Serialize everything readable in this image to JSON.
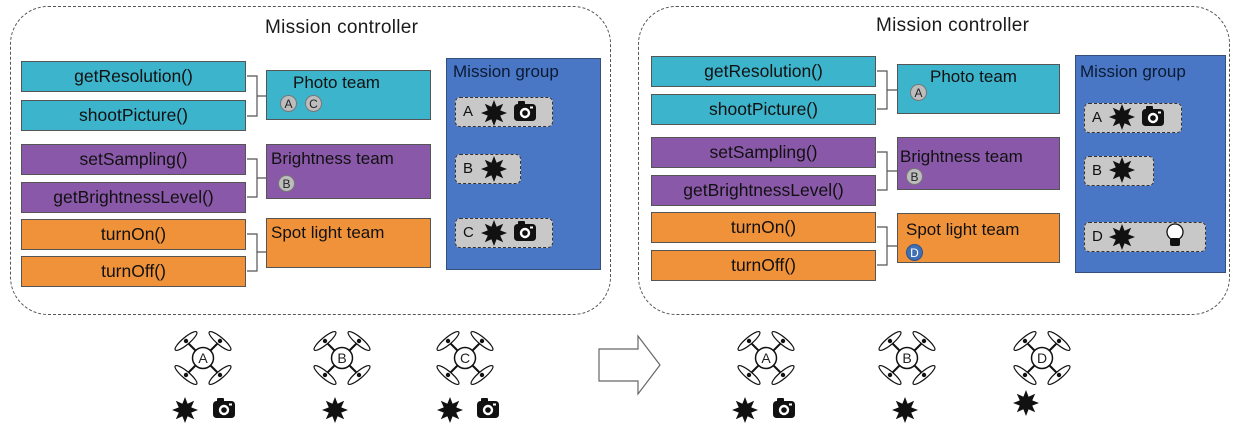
{
  "colors": {
    "photo": "#3cb4cc",
    "brightness": "#8a58a8",
    "spotlight": "#f0923a",
    "mission_group": "#4a77c5",
    "mission_item": "#c8c8c8"
  },
  "panels": [
    {
      "title": "Mission controller",
      "apis": [
        "getResolution()",
        "shootPicture()",
        "setSampling()",
        "getBrightnessLevel()",
        "turnOn()",
        "turnOff()"
      ],
      "teams": [
        {
          "name": "Photo team",
          "members": [
            "A",
            "C"
          ]
        },
        {
          "name": "Brightness team",
          "members": [
            "B"
          ]
        },
        {
          "name": "Spot light team",
          "members": []
        }
      ],
      "mission_group": {
        "title": "Mission  group",
        "items": [
          {
            "letter": "A",
            "icons": [
              "sun-icon",
              "camera-icon"
            ]
          },
          {
            "letter": "B",
            "icons": [
              "sun-icon"
            ]
          },
          {
            "letter": "C",
            "icons": [
              "sun-icon",
              "camera-icon"
            ]
          }
        ]
      }
    },
    {
      "title": "Mission controller",
      "apis": [
        "getResolution()",
        "shootPicture()",
        "setSampling()",
        "getBrightnessLevel()",
        "turnOn()",
        "turnOff()"
      ],
      "teams": [
        {
          "name": "Photo team",
          "members": [
            "A"
          ]
        },
        {
          "name": "Brightness team",
          "members": [
            "B"
          ]
        },
        {
          "name": "Spot light team",
          "members": [
            "D"
          ]
        }
      ],
      "mission_group": {
        "title": "Mission  group",
        "items": [
          {
            "letter": "A",
            "icons": [
              "sun-icon",
              "camera-icon"
            ]
          },
          {
            "letter": "B",
            "icons": [
              "sun-icon"
            ]
          },
          {
            "letter": "D",
            "icons": [
              "sun-icon",
              "spotlight-icon"
            ]
          }
        ]
      }
    }
  ],
  "drones_left": [
    {
      "label": "A",
      "icons": [
        "sun-icon",
        "camera-icon"
      ]
    },
    {
      "label": "B",
      "icons": [
        "sun-icon"
      ]
    },
    {
      "label": "C",
      "icons": [
        "sun-icon",
        "camera-icon"
      ]
    }
  ],
  "drones_right": [
    {
      "label": "A",
      "icons": [
        "sun-icon",
        "camera-icon"
      ]
    },
    {
      "label": "B",
      "icons": [
        "sun-icon"
      ]
    },
    {
      "label": "D",
      "icons": [
        "sun-icon"
      ]
    }
  ],
  "transition_icon": "right-arrow-icon"
}
